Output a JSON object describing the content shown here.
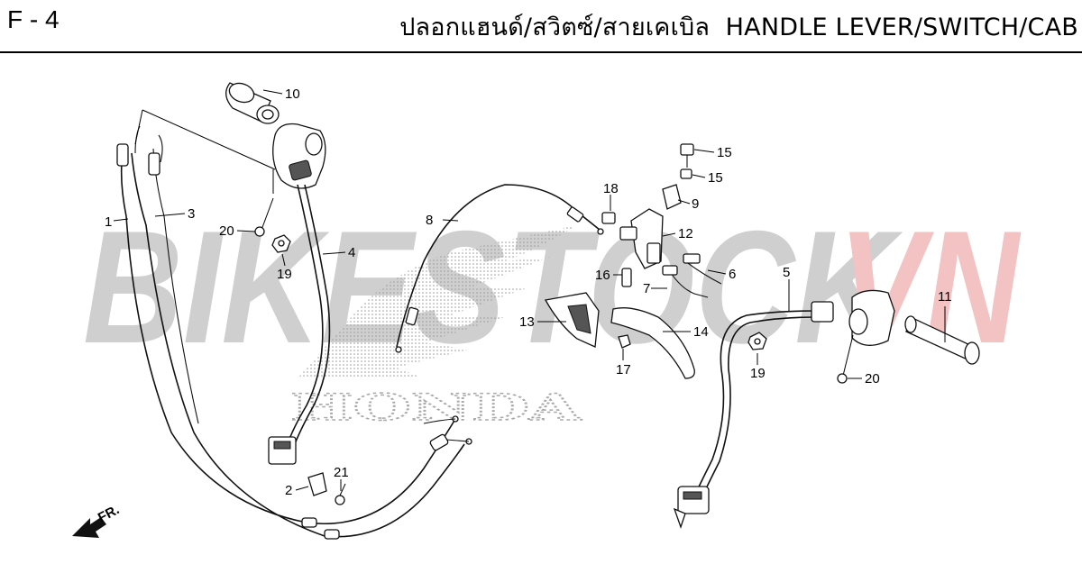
{
  "header": {
    "code": "F - 4",
    "title": "ปลอกแฮนด์/สวิตซ์/สายเคเบิล  HANDLE LEVER/SWITCH/CAB"
  },
  "watermark": {
    "text_gray": "BIKESTOCK",
    "text_red": "VN",
    "gray_color": "#c9c9c9",
    "red_color": "#f2bcbc"
  },
  "logo": {
    "text": "HONDA"
  },
  "front_marker": {
    "text": "FR."
  },
  "callouts": [
    {
      "id": "c1",
      "num": "1"
    },
    {
      "id": "c2",
      "num": "2"
    },
    {
      "id": "c3",
      "num": "3"
    },
    {
      "id": "c4",
      "num": "4"
    },
    {
      "id": "c5",
      "num": "5"
    },
    {
      "id": "c6",
      "num": "6"
    },
    {
      "id": "c7",
      "num": "7"
    },
    {
      "id": "c8",
      "num": "8"
    },
    {
      "id": "c9",
      "num": "9"
    },
    {
      "id": "c10",
      "num": "10"
    },
    {
      "id": "c11",
      "num": "11"
    },
    {
      "id": "c12",
      "num": "12"
    },
    {
      "id": "c13",
      "num": "13"
    },
    {
      "id": "c14",
      "num": "14"
    },
    {
      "id": "c15a",
      "num": "15"
    },
    {
      "id": "c15b",
      "num": "15"
    },
    {
      "id": "c16",
      "num": "16"
    },
    {
      "id": "c17",
      "num": "17"
    },
    {
      "id": "c18",
      "num": "18"
    },
    {
      "id": "c19a",
      "num": "19"
    },
    {
      "id": "c19b",
      "num": "19"
    },
    {
      "id": "c20a",
      "num": "20"
    },
    {
      "id": "c20b",
      "num": "20"
    },
    {
      "id": "c21",
      "num": "21"
    }
  ]
}
